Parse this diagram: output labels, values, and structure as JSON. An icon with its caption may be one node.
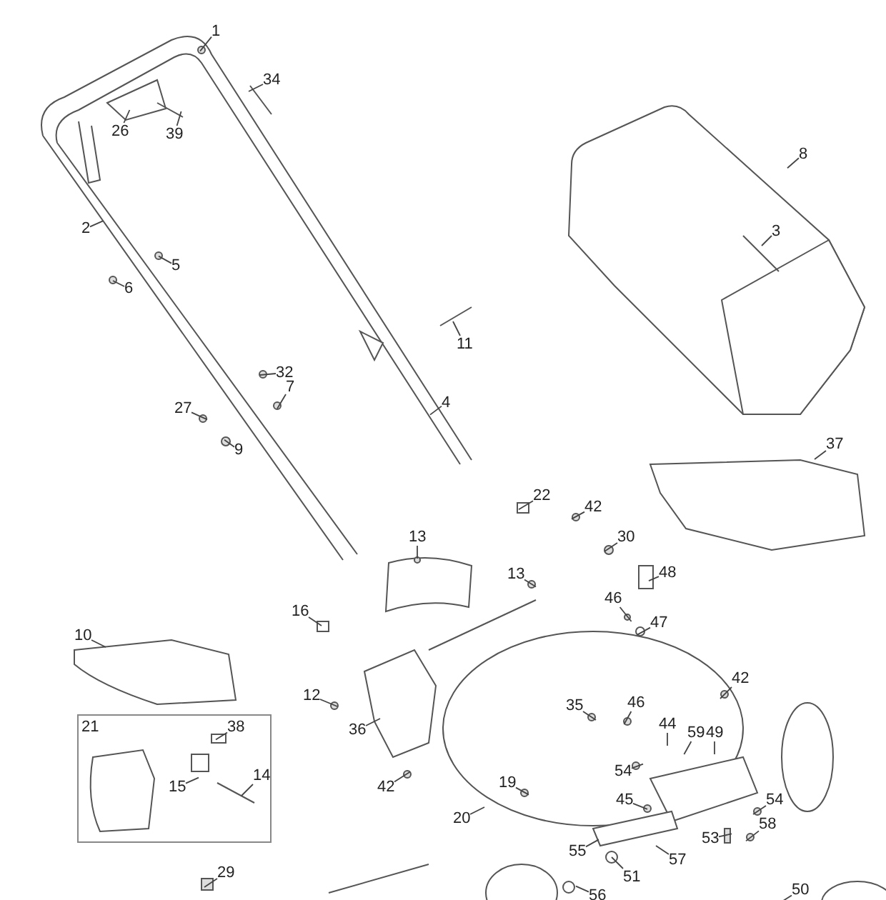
{
  "diagram": {
    "nodes": [
      {
        "text": [
          "1"
        ]
      },
      {
        "text": [
          "34"
        ]
      },
      {
        "text": [
          "26"
        ]
      },
      {
        "text": [
          "39"
        ]
      },
      {
        "text": [
          "8"
        ]
      },
      {
        "text": [
          "3"
        ]
      },
      {
        "text": [
          "2"
        ]
      },
      {
        "text": [
          "5"
        ]
      },
      {
        "text": [
          "6"
        ]
      },
      {
        "text": [
          "11"
        ]
      },
      {
        "text": [
          "32"
        ]
      },
      {
        "text": [
          "7"
        ]
      },
      {
        "text": [
          "4"
        ]
      },
      {
        "text": [
          "27"
        ]
      },
      {
        "text": [
          "37"
        ]
      },
      {
        "text": [
          "9"
        ]
      },
      {
        "text": [
          "22"
        ]
      },
      {
        "text": [
          "42"
        ]
      },
      {
        "text": [
          "13"
        ]
      },
      {
        "text": [
          "30"
        ]
      },
      {
        "text": [
          "13"
        ]
      },
      {
        "text": [
          "48"
        ]
      },
      {
        "text": [
          "46"
        ]
      },
      {
        "text": [
          "16"
        ]
      },
      {
        "text": [
          "47"
        ]
      },
      {
        "text": [
          "10"
        ]
      },
      {
        "text": [
          "42"
        ]
      },
      {
        "text": [
          "35"
        ]
      },
      {
        "text": [
          "46"
        ]
      },
      {
        "text": [
          "12"
        ]
      },
      {
        "text": [
          "44"
        ]
      },
      {
        "text": [
          "21"
        ]
      },
      {
        "text": [
          "38"
        ],
        "in": 31
      },
      {
        "text": [
          "59"
        ]
      },
      {
        "text": [
          "49"
        ]
      },
      {
        "text": [
          "36"
        ]
      },
      {
        "text": [
          "14"
        ],
        "in": 31
      },
      {
        "text": [
          "54"
        ]
      },
      {
        "text": [
          "19"
        ]
      },
      {
        "text": [
          "42"
        ]
      },
      {
        "text": [
          "15"
        ],
        "in": 31
      },
      {
        "text": [
          "45"
        ]
      },
      {
        "text": [
          "54"
        ]
      },
      {
        "text": [
          "20"
        ]
      },
      {
        "text": [
          "58"
        ]
      },
      {
        "text": [
          "53"
        ]
      },
      {
        "text": [
          "55"
        ]
      },
      {
        "text": [
          "57"
        ]
      },
      {
        "text": [
          "29"
        ]
      },
      {
        "text": [
          "51"
        ]
      },
      {
        "text": [
          "56"
        ]
      },
      {
        "text": [
          "50"
        ]
      }
    ],
    "edges": [
      {
        "from": 0,
        "to": null,
        "arrow": "none"
      },
      {
        "from": 1,
        "to": null,
        "arrow": "none"
      },
      {
        "from": 2,
        "to": null,
        "arrow": "none"
      },
      {
        "from": 3,
        "to": null,
        "arrow": "none"
      },
      {
        "from": 4,
        "to": null,
        "arrow": "none"
      },
      {
        "from": 5,
        "to": null,
        "arrow": "none"
      },
      {
        "from": 6,
        "to": null,
        "arrow": "none"
      },
      {
        "from": 7,
        "to": null,
        "arrow": "none"
      },
      {
        "from": 8,
        "to": null,
        "arrow": "none"
      },
      {
        "from": 9,
        "to": null,
        "arrow": "none"
      },
      {
        "from": 10,
        "to": null,
        "arrow": "none"
      },
      {
        "from": 11,
        "to": null,
        "arrow": "none"
      },
      {
        "from": 12,
        "to": null,
        "arrow": "none"
      },
      {
        "from": 13,
        "to": null,
        "arrow": "none"
      },
      {
        "from": 14,
        "to": null,
        "arrow": "none"
      },
      {
        "from": 15,
        "to": null,
        "arrow": "none"
      },
      {
        "from": 16,
        "to": null,
        "arrow": "none"
      },
      {
        "from": 17,
        "to": null,
        "arrow": "none"
      },
      {
        "from": 18,
        "to": null,
        "arrow": "none"
      },
      {
        "from": 19,
        "to": null,
        "arrow": "none"
      },
      {
        "from": 20,
        "to": null,
        "arrow": "none"
      },
      {
        "from": 21,
        "to": null,
        "arrow": "none"
      },
      {
        "from": 22,
        "to": null,
        "arrow": "none"
      },
      {
        "from": 23,
        "to": null,
        "arrow": "none"
      },
      {
        "from": 24,
        "to": null,
        "arrow": "none"
      },
      {
        "from": 25,
        "to": null,
        "arrow": "none"
      },
      {
        "from": 26,
        "to": null,
        "arrow": "none"
      },
      {
        "from": 27,
        "to": null,
        "arrow": "none"
      },
      {
        "from": 28,
        "to": null,
        "arrow": "none"
      },
      {
        "from": 29,
        "to": null,
        "arrow": "none"
      },
      {
        "from": 30,
        "to": null,
        "arrow": "none"
      },
      {
        "from": 32,
        "to": null,
        "arrow": "none"
      },
      {
        "from": 33,
        "to": null,
        "arrow": "none"
      },
      {
        "from": 34,
        "to": null,
        "arrow": "none"
      },
      {
        "from": 35,
        "to": null,
        "arrow": "none"
      },
      {
        "from": 36,
        "to": null,
        "arrow": "none"
      },
      {
        "from": 37,
        "to": null,
        "arrow": "none"
      },
      {
        "from": 38,
        "to": null,
        "arrow": "none"
      },
      {
        "from": 39,
        "to": null,
        "arrow": "none"
      },
      {
        "from": 40,
        "to": null,
        "arrow": "none"
      },
      {
        "from": 41,
        "to": null,
        "arrow": "none"
      },
      {
        "from": 42,
        "to": null,
        "arrow": "none"
      },
      {
        "from": 43,
        "to": null,
        "arrow": "none"
      },
      {
        "from": 44,
        "to": null,
        "arrow": "none"
      },
      {
        "from": 45,
        "to": null,
        "arrow": "none"
      },
      {
        "from": 46,
        "to": null,
        "arrow": "none"
      },
      {
        "from": 47,
        "to": null,
        "arrow": "none"
      },
      {
        "from": 48,
        "to": null,
        "arrow": "none"
      },
      {
        "from": 49,
        "to": null,
        "arrow": "none"
      },
      {
        "from": 50,
        "to": null,
        "arrow": "none"
      },
      {
        "from": 51,
        "to": null,
        "arrow": "none"
      }
    ]
  }
}
